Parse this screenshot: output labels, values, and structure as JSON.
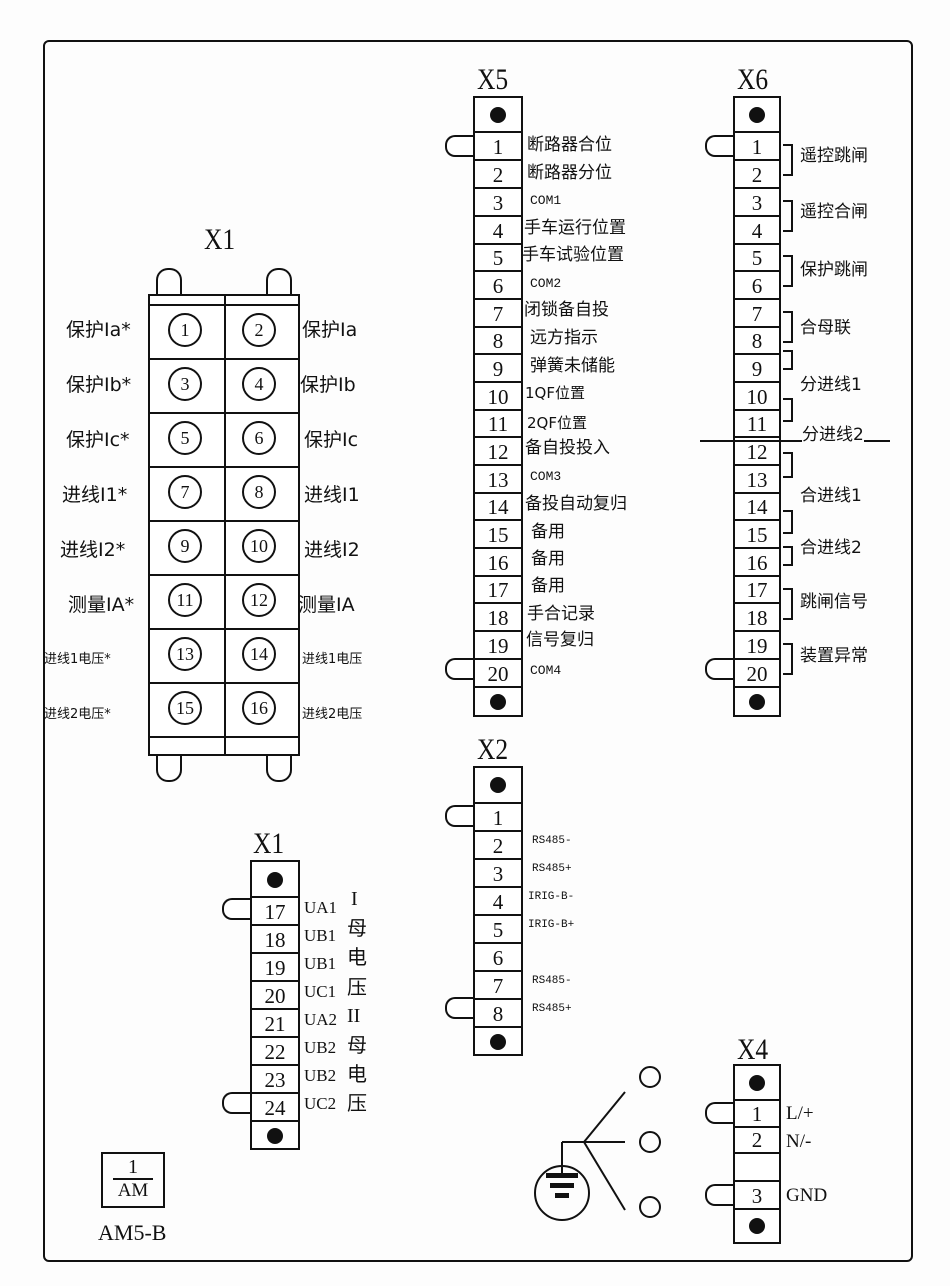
{
  "blocks": {
    "x1_current": {
      "title": "X1",
      "rows": [
        {
          "left_label": "保护Ia*",
          "left_num": "1",
          "right_num": "2",
          "right_label": "保护Ia"
        },
        {
          "left_label": "保护Ib*",
          "left_num": "3",
          "right_num": "4",
          "right_label": "保护Ib"
        },
        {
          "left_label": "保护Ic*",
          "left_num": "5",
          "right_num": "6",
          "right_label": "保护Ic"
        },
        {
          "left_label": "进线I1*",
          "left_num": "7",
          "right_num": "8",
          "right_label": "进线I1"
        },
        {
          "left_label": "进线I2*",
          "left_num": "9",
          "right_num": "10",
          "right_label": "进线I2"
        },
        {
          "left_label": "测量IA*",
          "left_num": "11",
          "right_num": "12",
          "right_label": "测量IA"
        },
        {
          "left_label": "进线1电压*",
          "left_num": "13",
          "right_num": "14",
          "right_label": "进线1电压"
        },
        {
          "left_label": "进线2电压*",
          "left_num": "15",
          "right_num": "16",
          "right_label": "进线2电压"
        }
      ]
    },
    "x1_voltage": {
      "title": "X1",
      "terminals": [
        {
          "num": "17",
          "label": "UA1"
        },
        {
          "num": "18",
          "label": "UB1"
        },
        {
          "num": "19",
          "label": "UB1"
        },
        {
          "num": "20",
          "label": "UC1"
        },
        {
          "num": "21",
          "label": "UA2"
        },
        {
          "num": "22",
          "label": "UB2"
        },
        {
          "num": "23",
          "label": "UB2"
        },
        {
          "num": "24",
          "label": "UC2"
        }
      ],
      "group_chars": [
        "I",
        "母",
        "电",
        "压",
        "II",
        "母",
        "电",
        "压"
      ]
    },
    "x5": {
      "title": "X5",
      "terminals": [
        {
          "num": "1",
          "label": "断路器合位"
        },
        {
          "num": "2",
          "label": "断路器分位"
        },
        {
          "num": "3",
          "label": "COM1"
        },
        {
          "num": "4",
          "label": "手车运行位置"
        },
        {
          "num": "5",
          "label": "手车试验位置"
        },
        {
          "num": "6",
          "label": "COM2"
        },
        {
          "num": "7",
          "label": "闭锁备自投"
        },
        {
          "num": "8",
          "label": "远方指示"
        },
        {
          "num": "9",
          "label": "弹簧未储能"
        },
        {
          "num": "10",
          "label": "1QF位置"
        },
        {
          "num": "11",
          "label": "2QF位置"
        },
        {
          "num": "12",
          "label": "备自投投入"
        },
        {
          "num": "13",
          "label": "COM3"
        },
        {
          "num": "14",
          "label": "备投自动复归"
        },
        {
          "num": "15",
          "label": "备用"
        },
        {
          "num": "16",
          "label": "备用"
        },
        {
          "num": "17",
          "label": "备用"
        },
        {
          "num": "18",
          "label": "手合记录"
        },
        {
          "num": "19",
          "label": "信号复归"
        },
        {
          "num": "20",
          "label": "COM4"
        }
      ]
    },
    "x6": {
      "title": "X6",
      "terminals": [
        "1",
        "2",
        "3",
        "4",
        "5",
        "6",
        "7",
        "8",
        "9",
        "10",
        "11",
        "12",
        "13",
        "14",
        "15",
        "16",
        "17",
        "18",
        "19",
        "20"
      ],
      "groups": [
        {
          "pins": "1-2",
          "label": "遥控跳闸"
        },
        {
          "pins": "3-4",
          "label": "遥控合闸"
        },
        {
          "pins": "5-6",
          "label": "保护跳闸"
        },
        {
          "pins": "7-8",
          "label": "合母联"
        },
        {
          "pins": "9-10",
          "label": "分进线1"
        },
        {
          "pins": "11-12",
          "label": "分进线2"
        },
        {
          "pins": "13-14",
          "label": "合进线1"
        },
        {
          "pins": "15-16",
          "label": "合进线2"
        },
        {
          "pins": "17-18",
          "label": "跳闸信号"
        },
        {
          "pins": "19-20",
          "label": "装置异常"
        }
      ]
    },
    "x2": {
      "title": "X2",
      "terminals": [
        {
          "num": "1",
          "label": ""
        },
        {
          "num": "2",
          "label": "RS485-"
        },
        {
          "num": "3",
          "label": "RS485+"
        },
        {
          "num": "4",
          "label": "IRIG-B-"
        },
        {
          "num": "5",
          "label": "IRIG-B+"
        },
        {
          "num": "6",
          "label": ""
        },
        {
          "num": "7",
          "label": "RS485-"
        },
        {
          "num": "8",
          "label": "RS485+"
        }
      ]
    },
    "x4": {
      "title": "X4",
      "terminals": [
        {
          "num": "1",
          "label": "L/+"
        },
        {
          "num": "2",
          "label": "N/-"
        },
        {
          "num": "",
          "label": ""
        },
        {
          "num": "3",
          "label": "GND"
        }
      ]
    }
  },
  "module": {
    "slot_top": "1",
    "slot_bottom": "AM",
    "model": "AM5-B"
  },
  "ground_symbol": "ground-icon"
}
